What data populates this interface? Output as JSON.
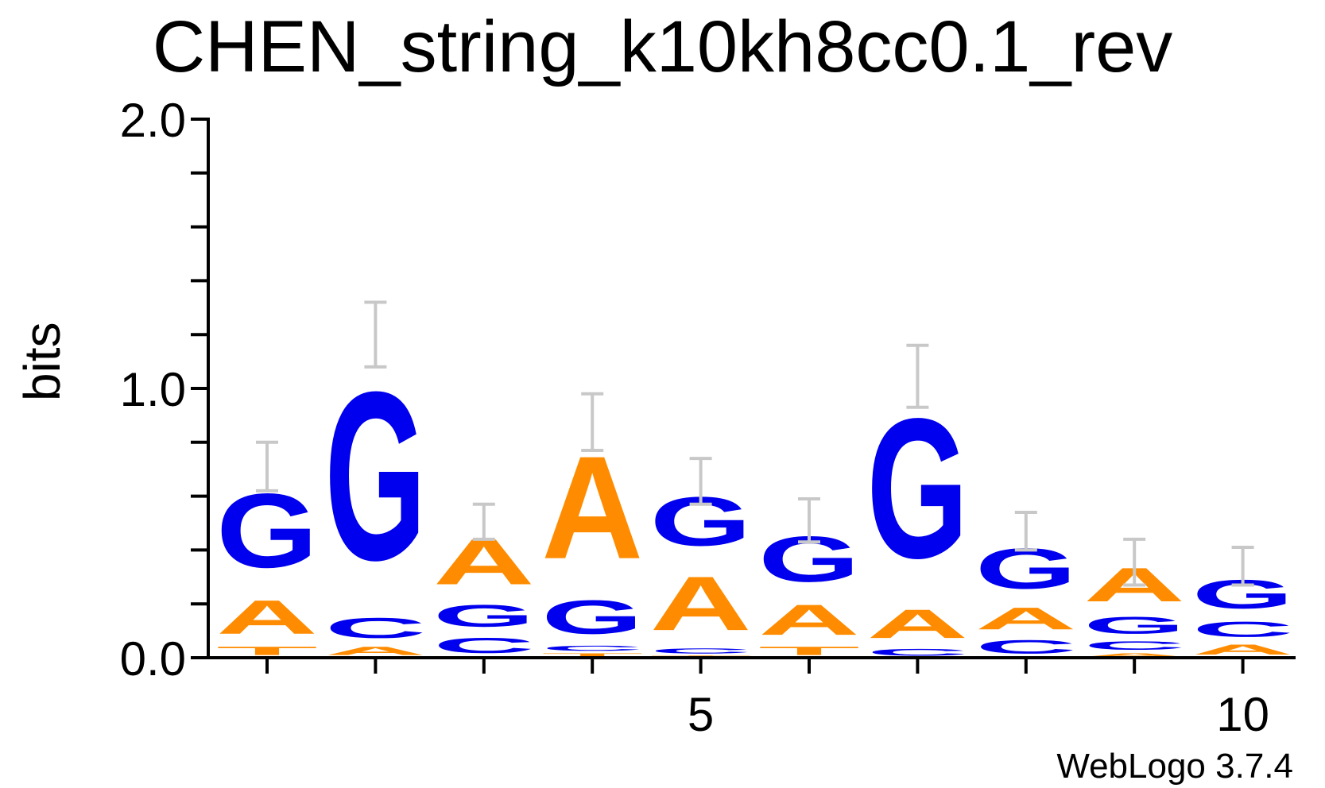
{
  "chart_data": {
    "type": "sequence-logo",
    "title": "CHEN_string_k10kh8cc0.1_rev",
    "ylabel": "bits",
    "xlabel": "",
    "ylim": [
      0,
      2.0
    ],
    "y_ticks": [
      0.0,
      1.0,
      2.0
    ],
    "y_tick_labels": [
      "0.0",
      "1.0",
      "2.0"
    ],
    "x_ticks": [
      5,
      10
    ],
    "x_tick_labels": [
      "5",
      "10"
    ],
    "credit": "WebLogo 3.7.4",
    "colors": {
      "A": "#ff8c00",
      "G": "#0000ee",
      "C": "#0000ee",
      "T": "#ff8c00",
      "error_bar": "#c8c8c8"
    },
    "positions": [
      {
        "pos": 1,
        "stack": [
          {
            "letter": "T",
            "bits": 0.05
          },
          {
            "letter": "A",
            "bits": 0.2
          },
          {
            "letter": "G",
            "bits": 0.44
          }
        ],
        "error": [
          0.62,
          0.8
        ]
      },
      {
        "pos": 2,
        "stack": [
          {
            "letter": "A",
            "bits": 0.05
          },
          {
            "letter": "C",
            "bits": 0.12
          },
          {
            "letter": "G",
            "bits": 1.0
          }
        ],
        "error": [
          1.08,
          1.32
        ]
      },
      {
        "pos": 3,
        "stack": [
          {
            "letter": "C",
            "bits": 0.09
          },
          {
            "letter": "G",
            "bits": 0.13
          },
          {
            "letter": "A",
            "bits": 0.27
          }
        ],
        "error": [
          0.44,
          0.57
        ]
      },
      {
        "pos": 4,
        "stack": [
          {
            "letter": "T",
            "bits": 0.02
          },
          {
            "letter": "C",
            "bits": 0.03
          },
          {
            "letter": "G",
            "bits": 0.2
          },
          {
            "letter": "A",
            "bits": 0.61
          }
        ],
        "error": [
          0.77,
          0.98
        ]
      },
      {
        "pos": 5,
        "stack": [
          {
            "letter": "T",
            "bits": 0.01
          },
          {
            "letter": "C",
            "bits": 0.03
          },
          {
            "letter": "A",
            "bits": 0.32
          },
          {
            "letter": "G",
            "bits": 0.29
          }
        ],
        "error": [
          0.57,
          0.74
        ]
      },
      {
        "pos": 6,
        "stack": [
          {
            "letter": "T",
            "bits": 0.05
          },
          {
            "letter": "A",
            "bits": 0.18
          },
          {
            "letter": "G",
            "bits": 0.27
          }
        ],
        "error": [
          0.43,
          0.59
        ]
      },
      {
        "pos": 7,
        "stack": [
          {
            "letter": "C",
            "bits": 0.04
          },
          {
            "letter": "A",
            "bits": 0.17
          },
          {
            "letter": "G",
            "bits": 0.83
          }
        ],
        "error": [
          0.93,
          1.16
        ]
      },
      {
        "pos": 8,
        "stack": [
          {
            "letter": "C",
            "bits": 0.08
          },
          {
            "letter": "A",
            "bits": 0.13
          },
          {
            "letter": "G",
            "bits": 0.24
          }
        ],
        "error": [
          0.4,
          0.54
        ]
      },
      {
        "pos": 9,
        "stack": [
          {
            "letter": "A",
            "bits": 0.02
          },
          {
            "letter": "C",
            "bits": 0.05
          },
          {
            "letter": "G",
            "bits": 0.1
          },
          {
            "letter": "A",
            "bits": 0.2
          }
        ],
        "error": [
          0.27,
          0.44
        ]
      },
      {
        "pos": 10,
        "stack": [
          {
            "letter": "A",
            "bits": 0.06
          },
          {
            "letter": "C",
            "bits": 0.09
          },
          {
            "letter": "G",
            "bits": 0.17
          }
        ],
        "error": [
          0.27,
          0.41
        ]
      }
    ]
  }
}
